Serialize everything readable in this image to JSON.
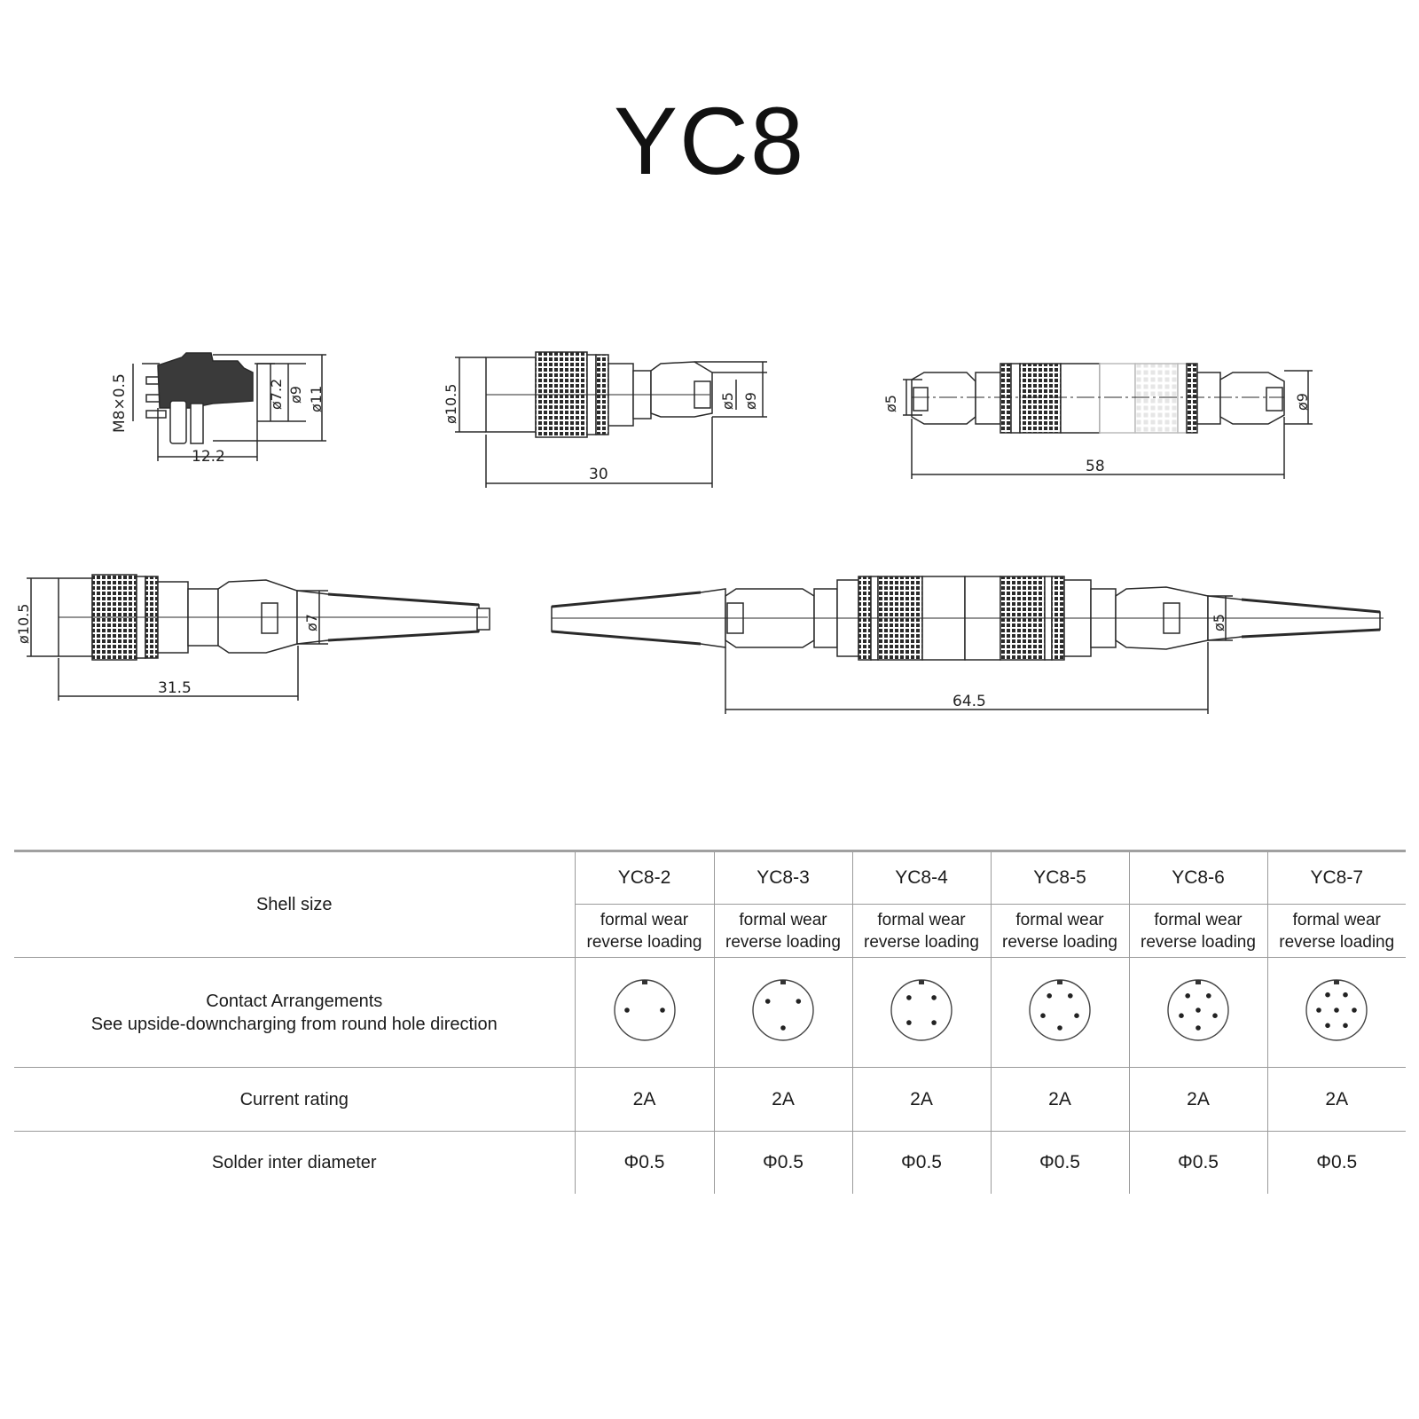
{
  "title": "YC8",
  "dimensions": {
    "d1_thread": "M8×0.5",
    "d1_d72": "ø7.2",
    "d1_d9": "ø9",
    "d1_d11": "ø11",
    "d1_len": "12.2",
    "d2_d105": "ø10.5",
    "d2_d5": "ø5",
    "d2_d9": "ø9",
    "d2_len": "30",
    "d3_d5": "ø5",
    "d3_d9": "ø9",
    "d3_len": "58",
    "d4_d105": "ø10.5",
    "d4_d7": "ø7",
    "d4_len": "31.5",
    "d5_d5": "ø5",
    "d5_len": "64.5"
  },
  "table": {
    "row_labels": {
      "shell_size": "Shell size",
      "contact_line1": "Contact Arrangements",
      "contact_line2": "See upside-downcharging from round hole direction",
      "current": "Current rating",
      "solder": "Solder inter diameter"
    },
    "columns": [
      {
        "model": "YC8-2",
        "desc1": "formal wear",
        "desc2": "reverse loading",
        "current": "2A",
        "solder": "Φ0.5",
        "pins": 2
      },
      {
        "model": "YC8-3",
        "desc1": "formal wear",
        "desc2": "reverse loading",
        "current": "2A",
        "solder": "Φ0.5",
        "pins": 3
      },
      {
        "model": "YC8-4",
        "desc1": "formal wear",
        "desc2": "reverse loading",
        "current": "2A",
        "solder": "Φ0.5",
        "pins": 4
      },
      {
        "model": "YC8-5",
        "desc1": "formal wear",
        "desc2": "reverse loading",
        "current": "2A",
        "solder": "Φ0.5",
        "pins": 5
      },
      {
        "model": "YC8-6",
        "desc1": "formal wear",
        "desc2": "reverse loading",
        "current": "2A",
        "solder": "Φ0.5",
        "pins": 6
      },
      {
        "model": "YC8-7",
        "desc1": "formal wear",
        "desc2": "reverse loading",
        "current": "2A",
        "solder": "Φ0.5",
        "pins": 7
      }
    ]
  }
}
